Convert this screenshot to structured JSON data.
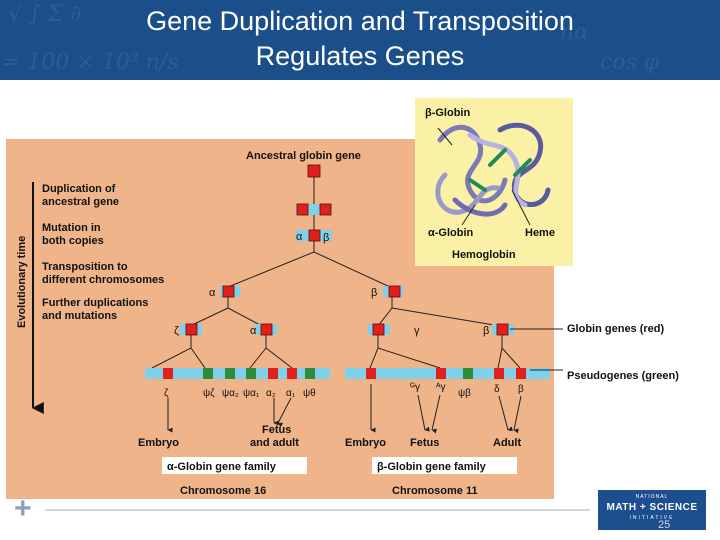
{
  "slide": {
    "title_line1": "Gene Duplication and Transposition",
    "title_line2": "Regulates Genes",
    "page_number": "25"
  },
  "logo": {
    "line1": "NATIONAL",
    "line2": "MATH + SCIENCE",
    "line3": "INITIATIVE"
  },
  "hemoglobin_panel": {
    "beta_globin_label": "β-Globin",
    "alpha_globin_label": "α-Globin",
    "heme_label": "Heme",
    "hemoglobin_label": "Hemoglobin"
  },
  "diagram": {
    "axis_label": "Evolutionary time",
    "ancestral_label": "Ancestral globin gene",
    "steps": [
      {
        "line1": "Duplication of",
        "line2": "ancestral gene"
      },
      {
        "line1": "Mutation in",
        "line2": "both copies"
      },
      {
        "line1": "Transposition to",
        "line2": "different chromosomes"
      },
      {
        "line1": "Further duplications",
        "line2": "and mutations"
      }
    ],
    "alpha": "α",
    "beta": "β",
    "zeta": "ζ",
    "gamma": "γ",
    "chr16_genes": [
      "ζ",
      "ψζ",
      "ψα₂",
      "ψα₁",
      "α₂",
      "α₁",
      "ψθ"
    ],
    "chr11_genes": [
      "ᴳγ",
      "ᴬγ",
      "ψβ",
      "δ",
      "β"
    ],
    "embryo_label": "Embryo",
    "fetus_adult_label": "Fetus and adult",
    "fetus_adult_line1": "Fetus",
    "fetus_adult_line2": "and adult",
    "fetus_label": "Fetus",
    "adult_label": "Adult",
    "alpha_family": "α-Globin gene family",
    "beta_family": "β-Globin gene family",
    "chr16_label": "Chromosome 16",
    "chr11_label": "Chromosome 11",
    "legend_red": "Globin genes (red)",
    "legend_green": "Pseudogenes (green)"
  },
  "colors": {
    "header_bg": "#1b4f8a",
    "diagram_bg": "#efb48a",
    "gene_red": "#e0201b",
    "pseudogene_green": "#2f8a3a",
    "chromosome_blue": "#7fd0e8",
    "hemoglobin_panel_bg": "#fbf1a6"
  }
}
